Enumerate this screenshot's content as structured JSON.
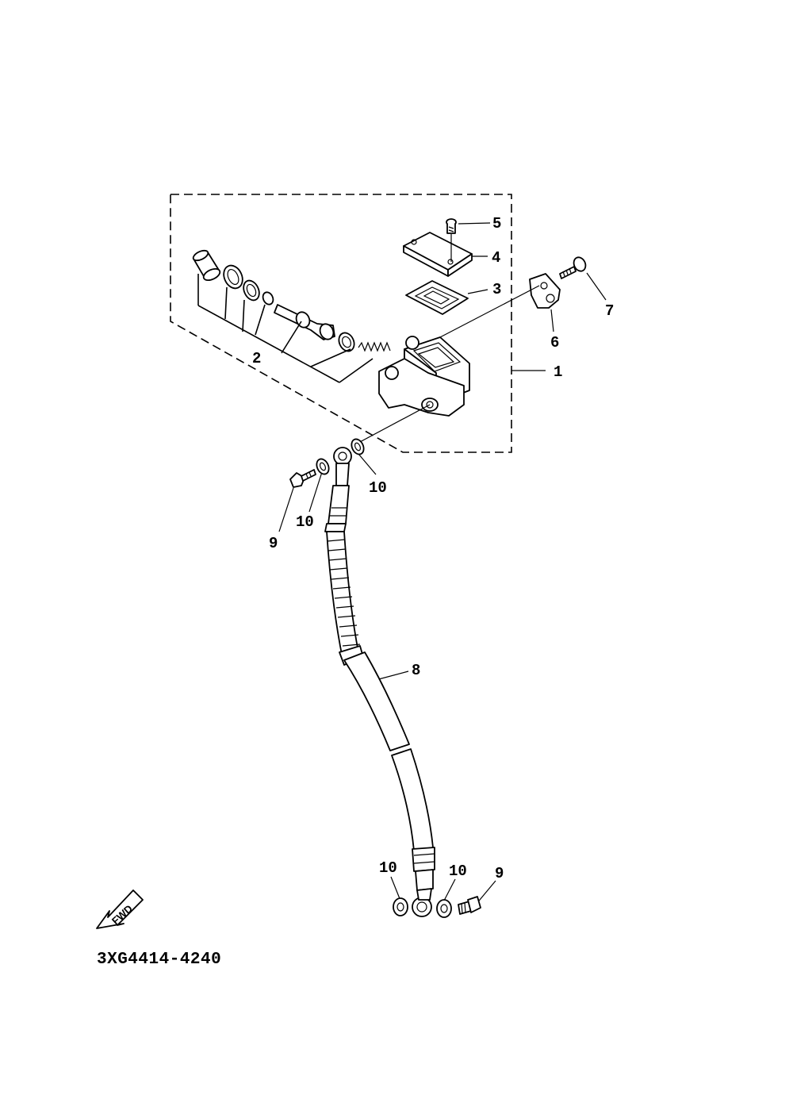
{
  "diagram": {
    "part_code": "3XG4414-4240",
    "fwd_label": "FWD",
    "callouts": [
      {
        "id": "c1",
        "text": "1"
      },
      {
        "id": "c2",
        "text": "2"
      },
      {
        "id": "c3",
        "text": "3"
      },
      {
        "id": "c4",
        "text": "4"
      },
      {
        "id": "c5",
        "text": "5"
      },
      {
        "id": "c6",
        "text": "6"
      },
      {
        "id": "c7",
        "text": "7"
      },
      {
        "id": "c8",
        "text": "8"
      },
      {
        "id": "c9a",
        "text": "9"
      },
      {
        "id": "c9b",
        "text": "9"
      },
      {
        "id": "c10a",
        "text": "10"
      },
      {
        "id": "c10b",
        "text": "10"
      },
      {
        "id": "c10c",
        "text": "10"
      },
      {
        "id": "c10d",
        "text": "10"
      }
    ]
  }
}
